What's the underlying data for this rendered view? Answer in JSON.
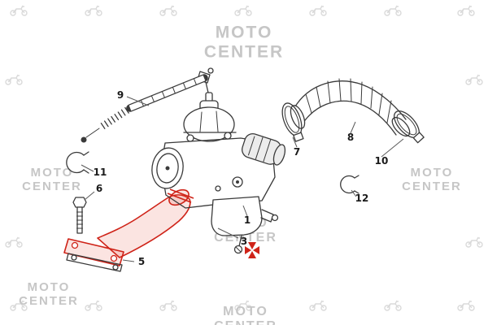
{
  "watermark": {
    "line1": "MOTO",
    "line2": "CENTER"
  },
  "parts": [
    {
      "number": "9"
    },
    {
      "number": "11"
    },
    {
      "number": "6"
    },
    {
      "number": "5"
    },
    {
      "number": "1"
    },
    {
      "number": "3"
    },
    {
      "number": "7"
    },
    {
      "number": "8"
    },
    {
      "number": "10"
    },
    {
      "number": "12"
    }
  ],
  "highlighted_part": "3",
  "colors": {
    "line": "#3a3a3a",
    "highlight": "#cf2318",
    "watermark": "#c6c6c6",
    "leader": "#5a5a5a"
  }
}
